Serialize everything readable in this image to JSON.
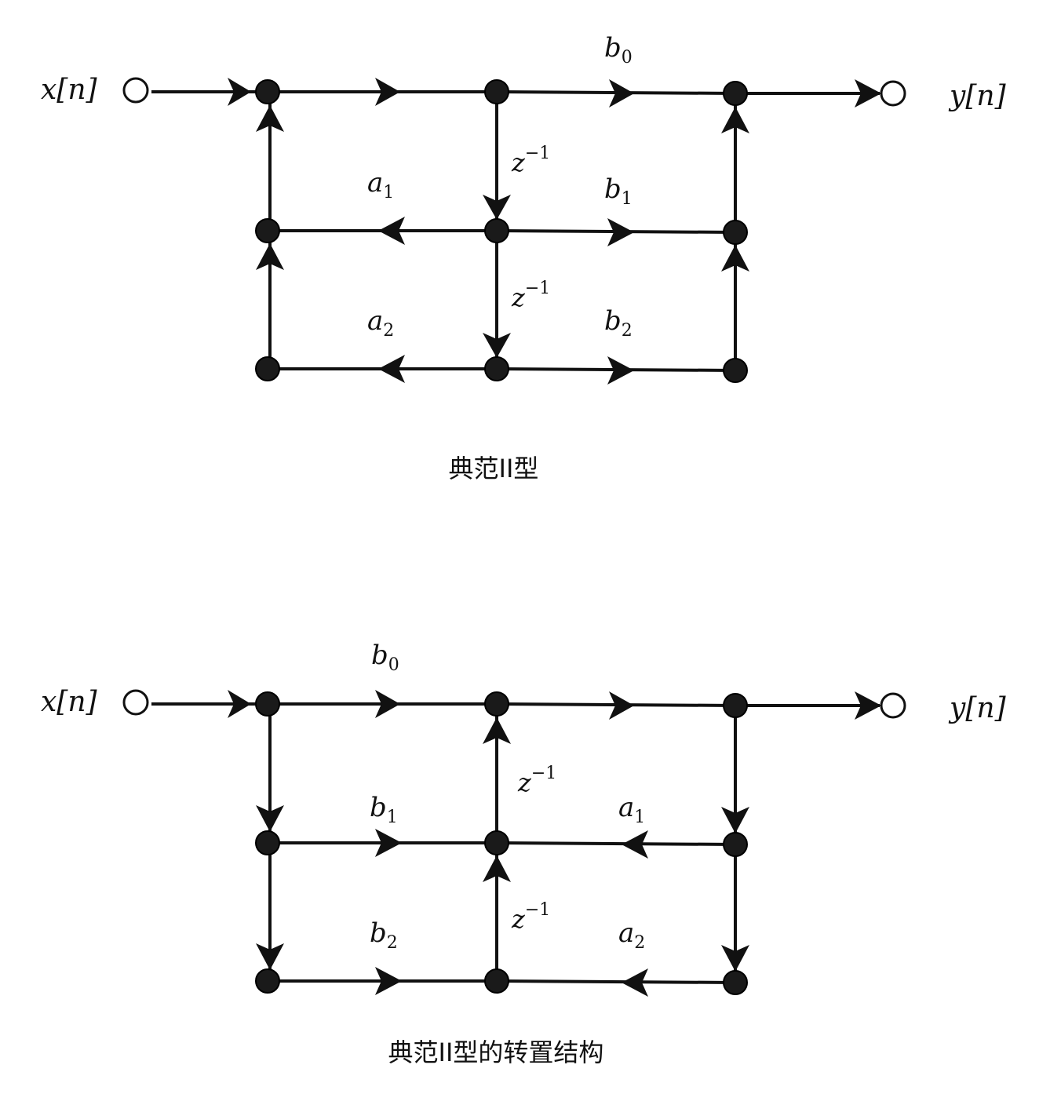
{
  "diagram_top": {
    "caption": "典范II型",
    "input_label": "x[n]",
    "output_label": "y[n]",
    "labels": {
      "b0": {
        "base": "b",
        "sub": "0"
      },
      "b1": {
        "base": "b",
        "sub": "1"
      },
      "b2": {
        "base": "b",
        "sub": "2"
      },
      "a1": {
        "base": "a",
        "sub": "1"
      },
      "a2": {
        "base": "a",
        "sub": "2"
      },
      "delay1": {
        "base": "z",
        "sup": "−1"
      },
      "delay2": {
        "base": "z",
        "sup": "−1"
      }
    }
  },
  "diagram_bottom": {
    "caption": "典范II型的转置结构",
    "input_label": "x[n]",
    "output_label": "y[n]",
    "labels": {
      "b0": {
        "base": "b",
        "sub": "0"
      },
      "b1": {
        "base": "b",
        "sub": "1"
      },
      "b2": {
        "base": "b",
        "sub": "2"
      },
      "a1": {
        "base": "a",
        "sub": "1"
      },
      "a2": {
        "base": "a",
        "sub": "2"
      },
      "delay1": {
        "base": "z",
        "sup": "−1"
      },
      "delay2": {
        "base": "z",
        "sup": "−1"
      }
    }
  }
}
